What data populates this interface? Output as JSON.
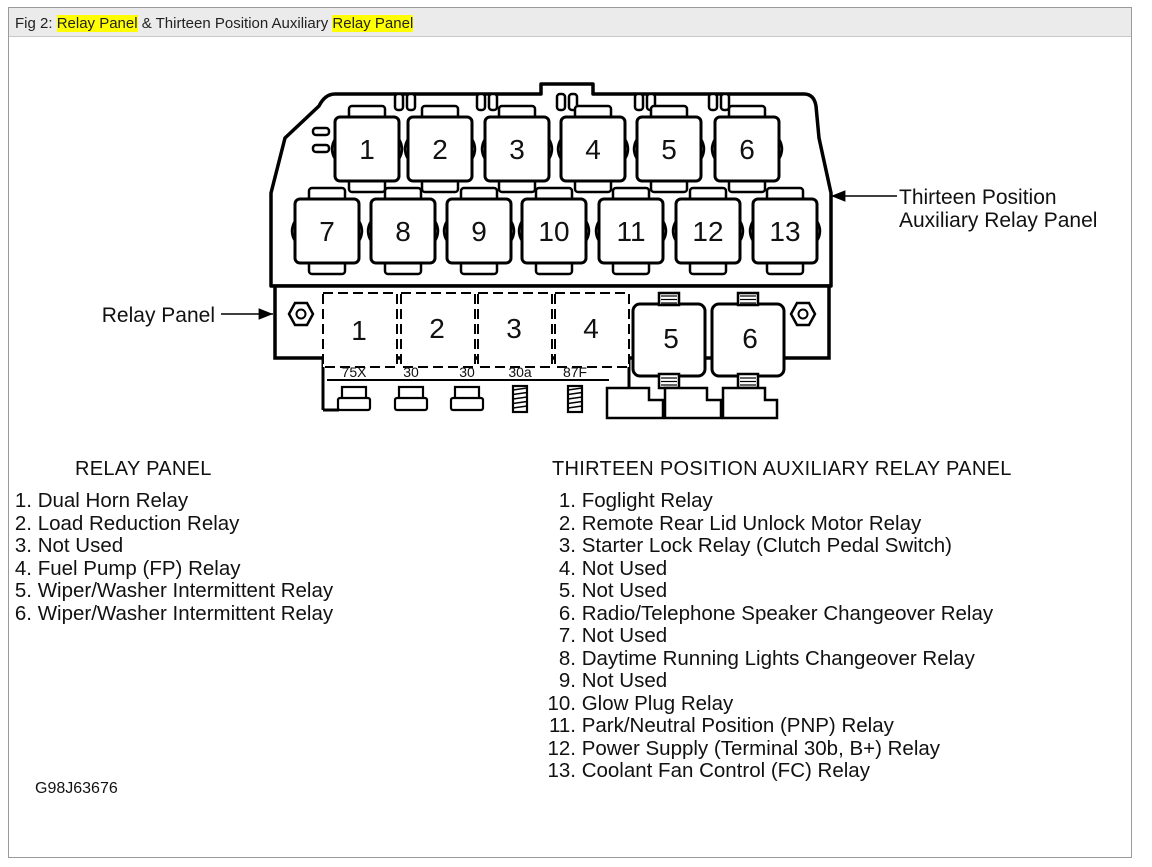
{
  "caption": {
    "prefix": "Fig 2: ",
    "term1": "Relay Panel",
    "middle": " & Thirteen Position Auxiliary ",
    "term2": "Relay Panel",
    "highlight_color": "#ffff00"
  },
  "diagram": {
    "aux_callout_line1": "Thirteen Position",
    "aux_callout_line2": "Auxiliary Relay Panel",
    "relay_callout": "Relay Panel",
    "aux_slots": [
      "1",
      "2",
      "3",
      "4",
      "5",
      "6",
      "7",
      "8",
      "9",
      "10",
      "11",
      "12",
      "13"
    ],
    "relay_slots": [
      "1",
      "2",
      "3",
      "4",
      "5",
      "6"
    ],
    "terminals": [
      "75X",
      "30",
      "30",
      "30a",
      "87F"
    ]
  },
  "relay_panel_list": {
    "heading": "RELAY PANEL",
    "items": [
      {
        "num": "1.",
        "text": "Dual Horn Relay"
      },
      {
        "num": "2.",
        "text": "Load Reduction Relay"
      },
      {
        "num": "3.",
        "text": "Not Used"
      },
      {
        "num": "4.",
        "text": "Fuel Pump (FP) Relay"
      },
      {
        "num": "5.",
        "text": "Wiper/Washer Intermittent Relay"
      },
      {
        "num": "6.",
        "text": "Wiper/Washer Intermittent Relay"
      }
    ]
  },
  "aux_panel_list": {
    "heading": "THIRTEEN POSITION AUXILIARY RELAY PANEL",
    "items": [
      {
        "num": "1.",
        "text": "Foglight Relay"
      },
      {
        "num": "2.",
        "text": "Remote Rear Lid Unlock Motor Relay"
      },
      {
        "num": "3.",
        "text": "Starter Lock Relay (Clutch Pedal Switch)"
      },
      {
        "num": "4.",
        "text": "Not Used"
      },
      {
        "num": "5.",
        "text": "Not Used"
      },
      {
        "num": "6.",
        "text": "Radio/Telephone Speaker Changeover Relay"
      },
      {
        "num": "7.",
        "text": "Not Used"
      },
      {
        "num": "8.",
        "text": "Daytime Running Lights Changeover Relay"
      },
      {
        "num": "9.",
        "text": "Not Used"
      },
      {
        "num": "10.",
        "text": "Glow Plug Relay"
      },
      {
        "num": "11.",
        "text": "Park/Neutral Position (PNP) Relay"
      },
      {
        "num": "12.",
        "text": "Power Supply (Terminal 30b, B+) Relay"
      },
      {
        "num": "13.",
        "text": "Coolant Fan Control (FC) Relay"
      }
    ]
  },
  "figure_code": "G98J63676"
}
